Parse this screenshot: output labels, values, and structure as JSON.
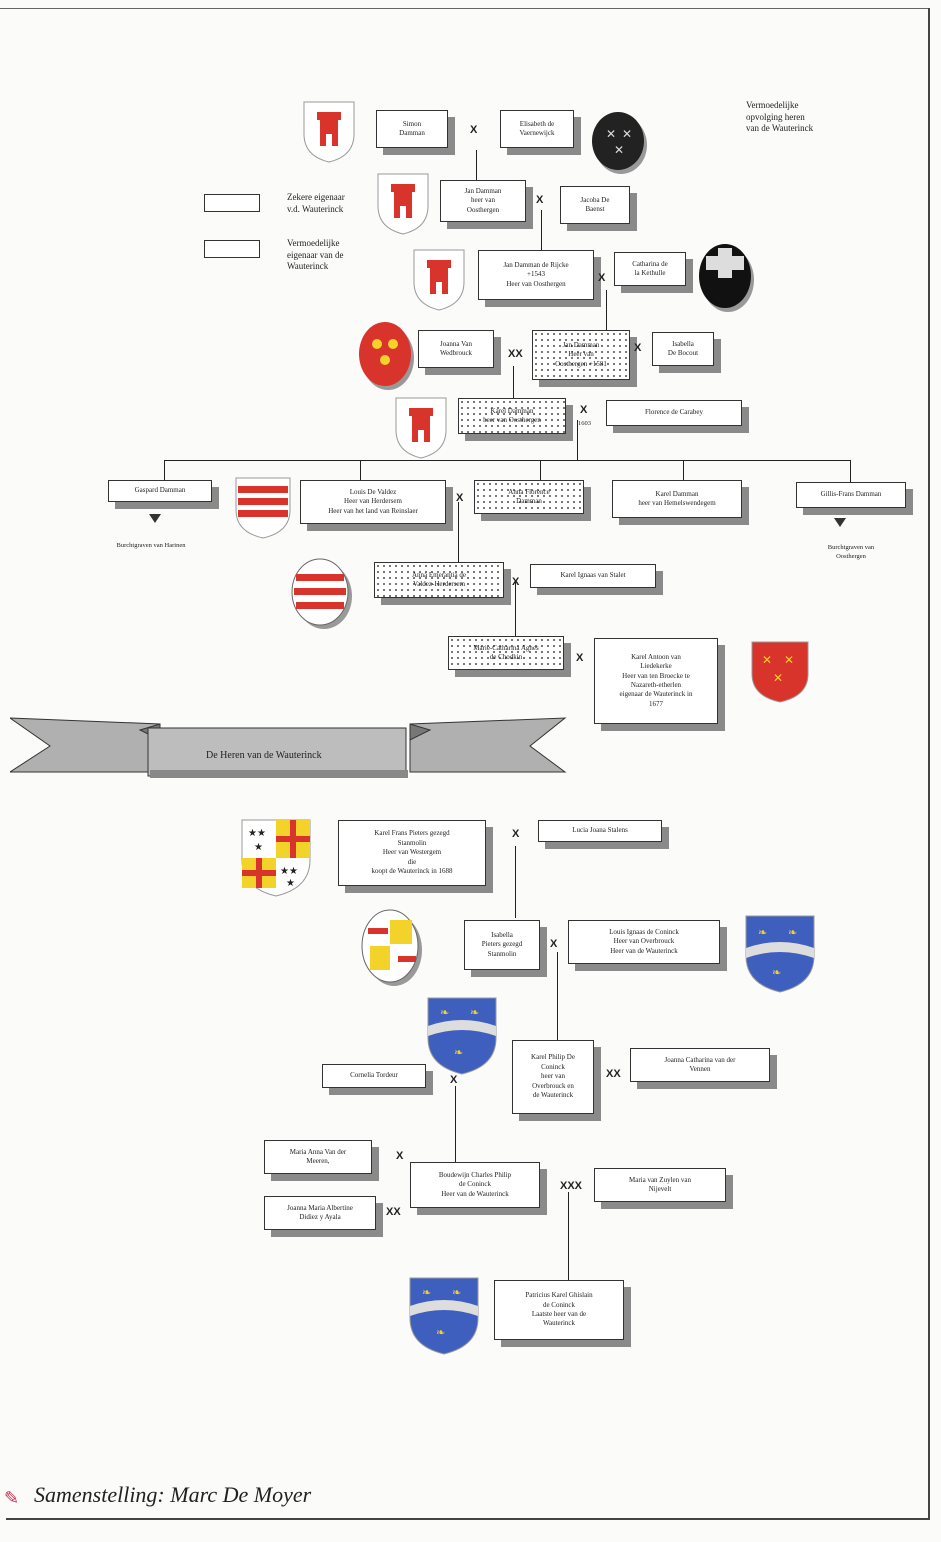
{
  "title": [
    "Vermoedelijke",
    "opvolging heren",
    "van de Wauterinck"
  ],
  "legend": {
    "certain": [
      "Zekere eigenaar",
      "v.d. Wauterinck"
    ],
    "presumed": [
      "Vermoedelijke",
      "eigenaar van de",
      "Wauterinck"
    ]
  },
  "persons": {
    "p1": [
      "Simon",
      "Damman"
    ],
    "p2": [
      "Elisabeth de",
      "Vaernewijck"
    ],
    "p3": [
      "Jan Damman",
      "heer van",
      "Oosthergen"
    ],
    "p4": [
      "Jacoba De",
      "Baenst"
    ],
    "p5": [
      "Jan Damman de Rijcke",
      "+1543",
      "Heer van Oosthergen"
    ],
    "p6": [
      "Catharina de",
      "la Kethulle"
    ],
    "p7": [
      "Joanna Van",
      "Wedbrouck"
    ],
    "p8": [
      "Jan Damman",
      "Heer van",
      "Oosthergen +1581"
    ],
    "p9": [
      "Isabella",
      "De Bocout"
    ],
    "p10": [
      "Karel Damman",
      "heer van Oosthergen"
    ],
    "p11": [
      "Florence de Carabey"
    ],
    "p12": [
      "Gaspard Damman"
    ],
    "p13": [
      "Louis De Valdez",
      "Heer van Herdersem",
      "Heer van het land van Reinslaer"
    ],
    "p14": [
      "Anna Florence",
      "Damman"
    ],
    "p15": [
      "Karel Damman",
      "heer van Hemelswendegem"
    ],
    "p16": [
      "Gillis-Frans Damman"
    ],
    "p17": [
      "Anna Emerantia de",
      "Valdez-Herdersem"
    ],
    "p18": [
      "Karel Ignaas van Stalet"
    ],
    "p19": [
      "Marie-Catharina Agnes",
      "de Chodkin"
    ],
    "p20": [
      "Karel Antoon van",
      "Liedekerke",
      "Heer van ten Broecke te",
      "Nazareth-etherlen",
      "eigenaar de Wauterinck in",
      "1677"
    ],
    "p21": [
      "Karel Frans Pieters gezegd",
      "Stanmolin",
      "Heer van Westergem",
      "die",
      "koopt de Wauterinck in 1688"
    ],
    "p22": [
      "Lucia Joana Stalens"
    ],
    "p23": [
      "Isabella",
      "Pieters gezegd",
      "Stanmolin"
    ],
    "p24": [
      "Louis Ignaas de Coninck",
      "Heer van Overbrouck",
      "Heer van de Wauterinck"
    ],
    "p25": [
      "Karel Philip De",
      "Coninck",
      "heer van",
      "Overbrouck en",
      "de Wauterinck"
    ],
    "p26": [
      "Joanna Catharina van der",
      "Vennen"
    ],
    "p27": [
      "Cornelia Tordeur"
    ],
    "p28": [
      "Maria Anna Van der",
      "Meeren,"
    ],
    "p29": [
      "Boudewijn Charles Philip",
      "de Coninck",
      "Heer van de Wauterinck"
    ],
    "p30": [
      "Maria van Zuylen van",
      "Nijevelt"
    ],
    "p31": [
      "Joanna Maria Albertine",
      "Didiez y Ayala"
    ],
    "p32": [
      "Patricius Karel Ghislain",
      "de Coninck",
      "Laatste heer van de",
      "Wauterinck"
    ]
  },
  "notes": {
    "gaspard": "Burchtgraven van Harinen",
    "gillis": [
      "Burchtgraven van",
      "Oosthergen"
    ],
    "date1603": "1603"
  },
  "marks": {
    "x": "X",
    "xx": "XX",
    "xxx": "XXX"
  },
  "banner": "De Heren van de Wauterinck",
  "footer": "Samenstelling: Marc De Moyer",
  "colors": {
    "red": "#d9342b",
    "blue": "#3f5fbf",
    "yellow": "#f3d22a",
    "shadow": "#8a8a8a"
  }
}
